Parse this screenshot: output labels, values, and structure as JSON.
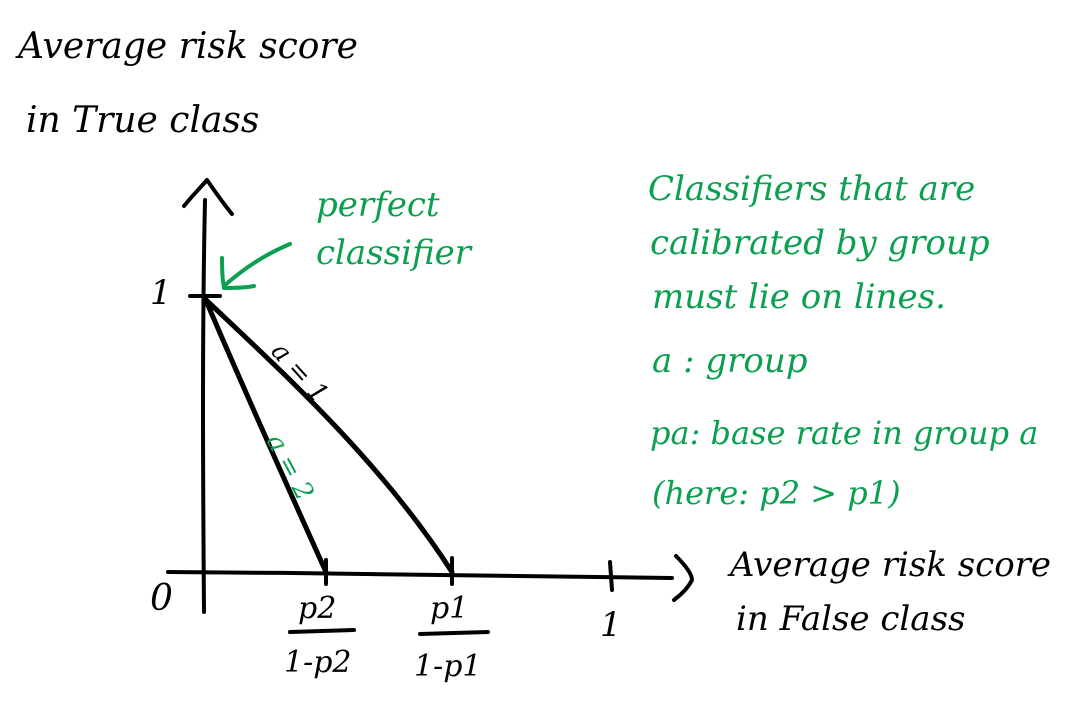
{
  "axes": {
    "y_label_line1": "Average risk score",
    "y_label_line2": "in True class",
    "x_label_line1": "Average risk score",
    "x_label_line2": "in False class",
    "origin_label": "0",
    "y_tick_1": "1",
    "x_tick_1": "1",
    "x_tick_p2_num": "p2",
    "x_tick_p2_den": "1-p2",
    "x_tick_p1_num": "p1",
    "x_tick_p1_den": "1-p1"
  },
  "annotations": {
    "perfect_line1": "perfect",
    "perfect_line2": "classifier",
    "line_a1_label": "a = 1",
    "line_a2_label": "a = 2"
  },
  "legend_text": {
    "line1": "Classifiers that are",
    "line2": "calibrated by group",
    "line3": "must lie on lines.",
    "line4": "a : group",
    "line5": "pa: base rate in group a",
    "line6": "(here: p2 > p1)"
  },
  "colors": {
    "ink": "#000000",
    "green": "#0aa04f"
  }
}
